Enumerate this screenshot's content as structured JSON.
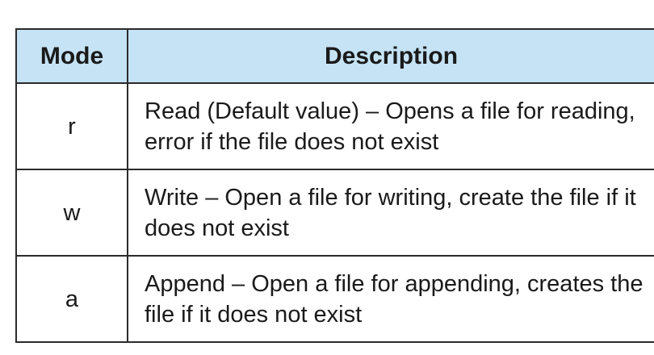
{
  "table": {
    "headers": {
      "mode": "Mode",
      "description": "Description"
    },
    "rows": [
      {
        "mode": "r",
        "description": "Read (Default value) – Opens a file for reading, error if the file does not exist"
      },
      {
        "mode": "w",
        "description": "Write – Open a file for writing, create the file if it does not exist"
      },
      {
        "mode": "a",
        "description": "Append – Open a file for appending, creates the file if it does not exist"
      }
    ]
  },
  "colors": {
    "header_background": "#c5e3f5",
    "border": "#2b2b2b",
    "text": "#1a1a1a"
  }
}
